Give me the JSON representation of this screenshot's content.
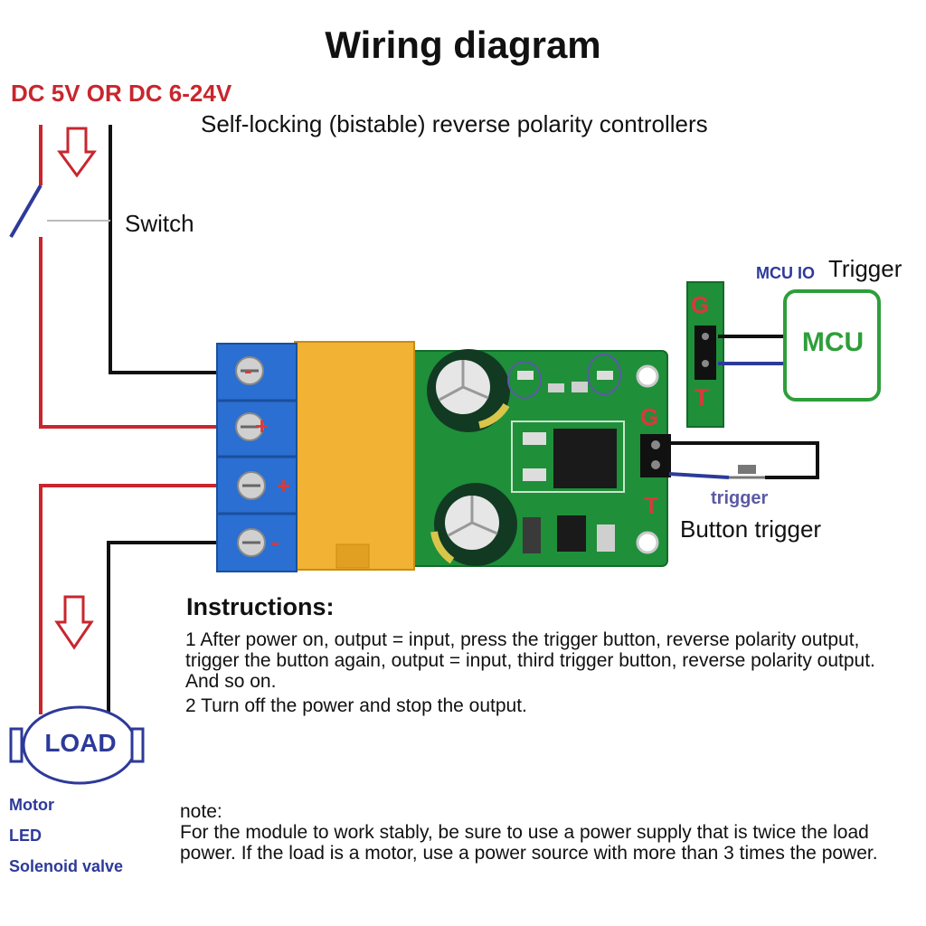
{
  "title": "Wiring diagram",
  "power_label": "DC 5V OR DC 6-24V",
  "subtitle": "Self-locking (bistable) reverse polarity controllers",
  "switch_label": "Switch",
  "mcu": {
    "io_label": "MCU IO",
    "trigger_label": "Trigger",
    "box_label": "MCU"
  },
  "button": {
    "small_label": "trigger",
    "label": "Button trigger"
  },
  "pins": {
    "g": "G",
    "t": "T",
    "minus": "-",
    "plus": "+"
  },
  "instructions": {
    "title": "Instructions:",
    "line1": "1 After power on, output = input, press the trigger button, reverse polarity output, trigger the button again, output = input, third trigger button, reverse polarity output. And so on.",
    "line2": "2 Turn off the power and stop the output."
  },
  "load": {
    "label": "LOAD",
    "types": [
      "Motor",
      "LED",
      "Solenoid valve"
    ]
  },
  "note": {
    "heading": "note:",
    "text": "For the module to work stably, be sure to use a power supply that is twice the load power. If the load is a motor, use a power source with more than 3 times the power."
  },
  "colors": {
    "positive_wire": "#c8262e",
    "negative_wire": "#111111",
    "mcu_green": "#2e9e3a",
    "label_blue": "#2d3a9a",
    "pcb_green": "#1f8f3a",
    "terminal_blue": "#2a6fd1",
    "relay_orange": "#f2b233"
  }
}
